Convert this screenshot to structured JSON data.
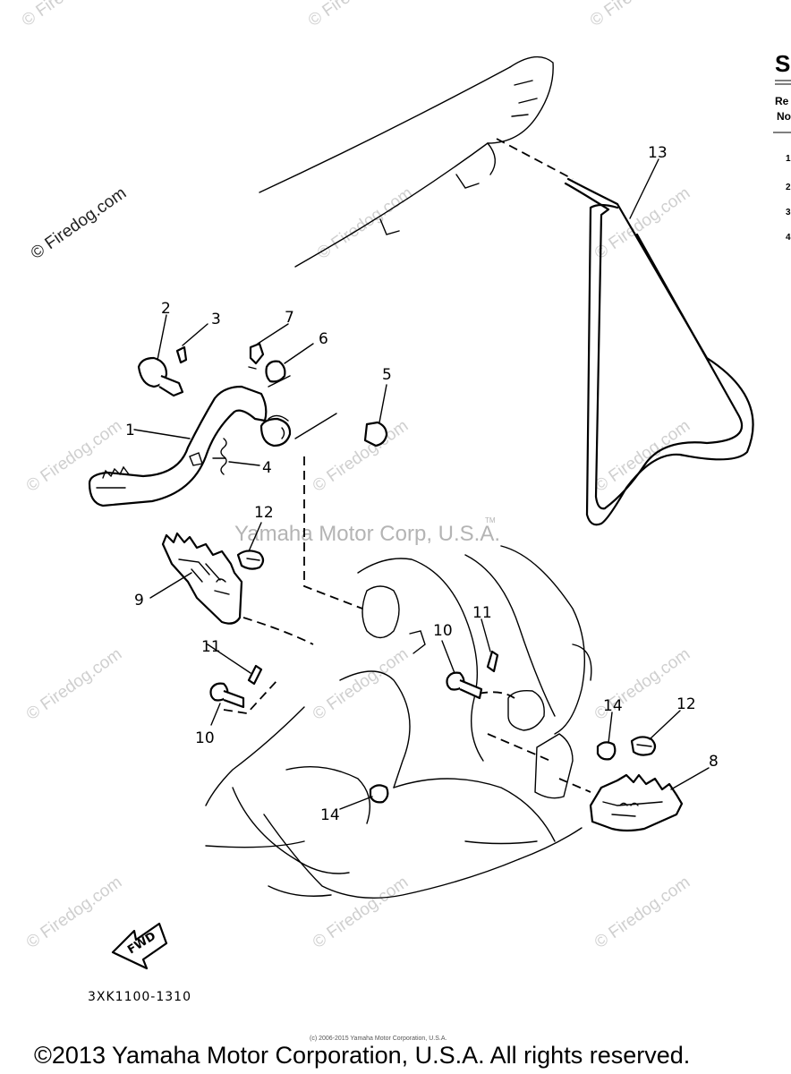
{
  "watermarks": {
    "firedog": "© Firedog.com",
    "corp": "Yamaha Motor Corp, U.S.A.",
    "tm": "TM"
  },
  "header_fragment": {
    "title_letter": "S",
    "ref_line1": "Re",
    "ref_line2": "No",
    "marks": [
      "1",
      "2",
      "3",
      "4"
    ]
  },
  "callouts": {
    "p1": "1",
    "p2": "2",
    "p3": "3",
    "p4": "4",
    "p5": "5",
    "p6": "6",
    "p7": "7",
    "p8": "8",
    "p9": "9",
    "p10a": "10",
    "p10b": "10",
    "p11a": "11",
    "p11b": "11",
    "p12a": "12",
    "p12b": "12",
    "p13": "13",
    "p14a": "14",
    "p14b": "14"
  },
  "fwd_label": "FWD",
  "drawing_code": "3XK1100-1310",
  "small_copyright": "(c) 2006-2015 Yamaha Motor Corporation, U.S.A.",
  "footer": "©2013 Yamaha Motor Corporation, U.S.A. All rights reserved."
}
